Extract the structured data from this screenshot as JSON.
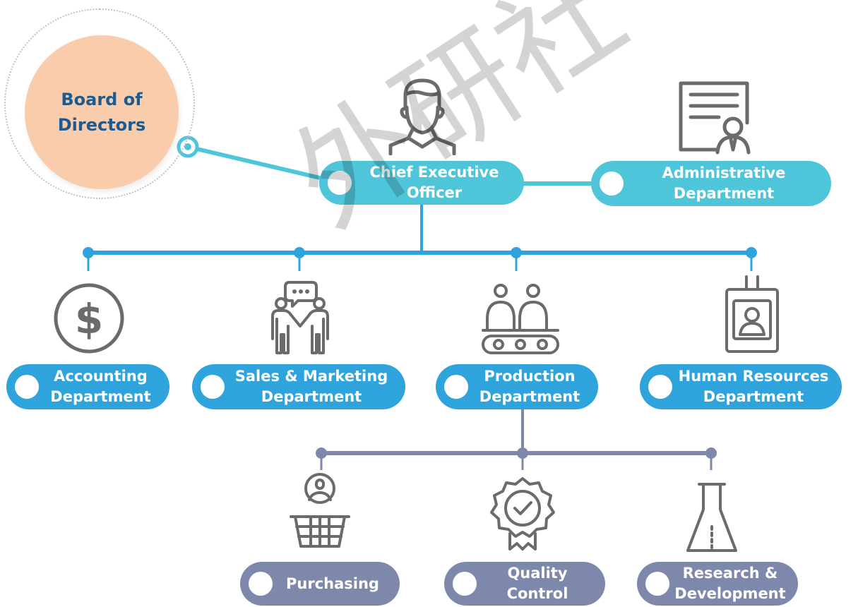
{
  "board": {
    "line1": "Board of",
    "line2": "Directors"
  },
  "ceo": {
    "line1": "Chief Executive",
    "line2": "Officer"
  },
  "admin": {
    "line1": "Administrative",
    "line2": "Department"
  },
  "departments": [
    {
      "line1": "Accounting",
      "line2": "Department"
    },
    {
      "line1": "Sales & Marketing",
      "line2": "Department"
    },
    {
      "line1": "Production",
      "line2": "Department"
    },
    {
      "line1": "Human Resources",
      "line2": "Department"
    }
  ],
  "production_units": [
    {
      "line1": "Purchasing",
      "line2": ""
    },
    {
      "line1": "Quality",
      "line2": "Control"
    },
    {
      "line1": "Research &",
      "line2": "Development"
    }
  ],
  "watermark": "外研社",
  "colors": {
    "teal": "#4fc5d9",
    "blue": "#2fa4dc",
    "slate": "#7d88aa",
    "peach": "#f9ccab",
    "navy_text": "#1e5a8e",
    "icon_gray": "#6b6b6b"
  }
}
